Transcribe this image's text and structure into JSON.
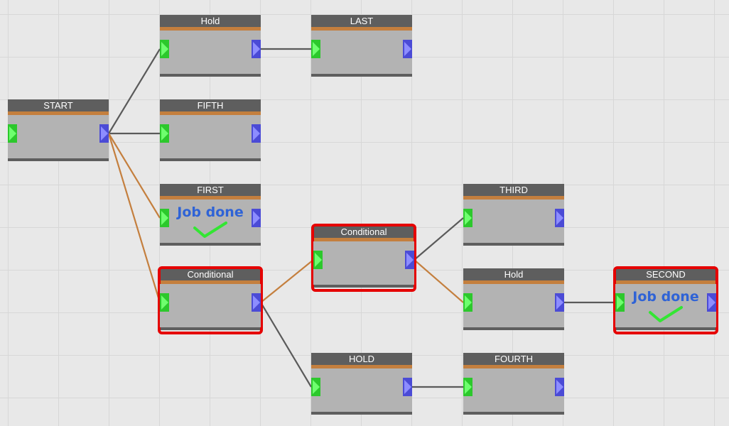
{
  "colors": {
    "node_header": "#5e5e5e",
    "node_band": "#c47f3e",
    "node_body": "#b3b3b3",
    "input_port": "#2cc82c",
    "output_port": "#4b4bd6",
    "edge_default": "#5a5a5a",
    "edge_branch": "#c47f3e",
    "highlight": "#e50000",
    "status_text": "#2f63d6",
    "check": "#33e633"
  },
  "nodes": [
    {
      "id": "start",
      "title": "START",
      "highlighted": false
    },
    {
      "id": "hold_top",
      "title": "Hold",
      "highlighted": false
    },
    {
      "id": "last",
      "title": "LAST",
      "highlighted": false
    },
    {
      "id": "fifth",
      "title": "FIFTH",
      "highlighted": false
    },
    {
      "id": "first",
      "title": "FIRST",
      "highlighted": false,
      "status": "Job done"
    },
    {
      "id": "conditional_a",
      "title": "Conditional",
      "highlighted": true
    },
    {
      "id": "conditional_b",
      "title": "Conditional",
      "highlighted": true
    },
    {
      "id": "third",
      "title": "THIRD",
      "highlighted": false
    },
    {
      "id": "hold_mid",
      "title": "Hold",
      "highlighted": false
    },
    {
      "id": "second",
      "title": "SECOND",
      "highlighted": true,
      "status": "Job done"
    },
    {
      "id": "hold_bottom",
      "title": "HOLD",
      "highlighted": false
    },
    {
      "id": "fourth",
      "title": "FOURTH",
      "highlighted": false
    }
  ],
  "edges": [
    {
      "from": "start",
      "to": "hold_top",
      "type": "default"
    },
    {
      "from": "start",
      "to": "fifth",
      "type": "default"
    },
    {
      "from": "start",
      "to": "first",
      "type": "branch"
    },
    {
      "from": "start",
      "to": "conditional_a",
      "type": "branch"
    },
    {
      "from": "hold_top",
      "to": "last",
      "type": "default"
    },
    {
      "from": "conditional_a",
      "to": "conditional_b",
      "type": "branch"
    },
    {
      "from": "conditional_a",
      "to": "hold_bottom",
      "type": "default"
    },
    {
      "from": "conditional_b",
      "to": "third",
      "type": "default"
    },
    {
      "from": "conditional_b",
      "to": "hold_mid",
      "type": "branch"
    },
    {
      "from": "hold_mid",
      "to": "second",
      "type": "default"
    },
    {
      "from": "hold_bottom",
      "to": "fourth",
      "type": "default"
    }
  ]
}
